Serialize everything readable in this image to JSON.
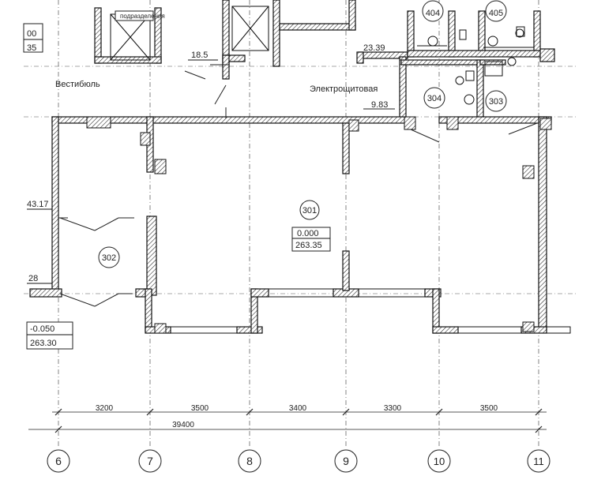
{
  "rooms": {
    "vestibule": "Вестибюль",
    "electrical": "Электрощитовая",
    "partial_top": "подразделения",
    "r301": "301",
    "r302": "302",
    "r303": "303",
    "r304": "304",
    "r404": "404",
    "r405": "405"
  },
  "areas": {
    "a18_5": "18.5",
    "a23_39": "23.39",
    "a9_83": "9.83",
    "a43_17": "43.17",
    "a28": "28"
  },
  "levels": {
    "main_level": "0.000",
    "main_abs": "263.35",
    "left_level": "-0.050",
    "left_abs": "263.30",
    "top_left_a": "00",
    "top_left_b": "35"
  },
  "dimensions": {
    "spans": [
      "3200",
      "3500",
      "3400",
      "3300",
      "3500"
    ],
    "total": "39400"
  },
  "axes": [
    "6",
    "7",
    "8",
    "9",
    "10",
    "11"
  ]
}
